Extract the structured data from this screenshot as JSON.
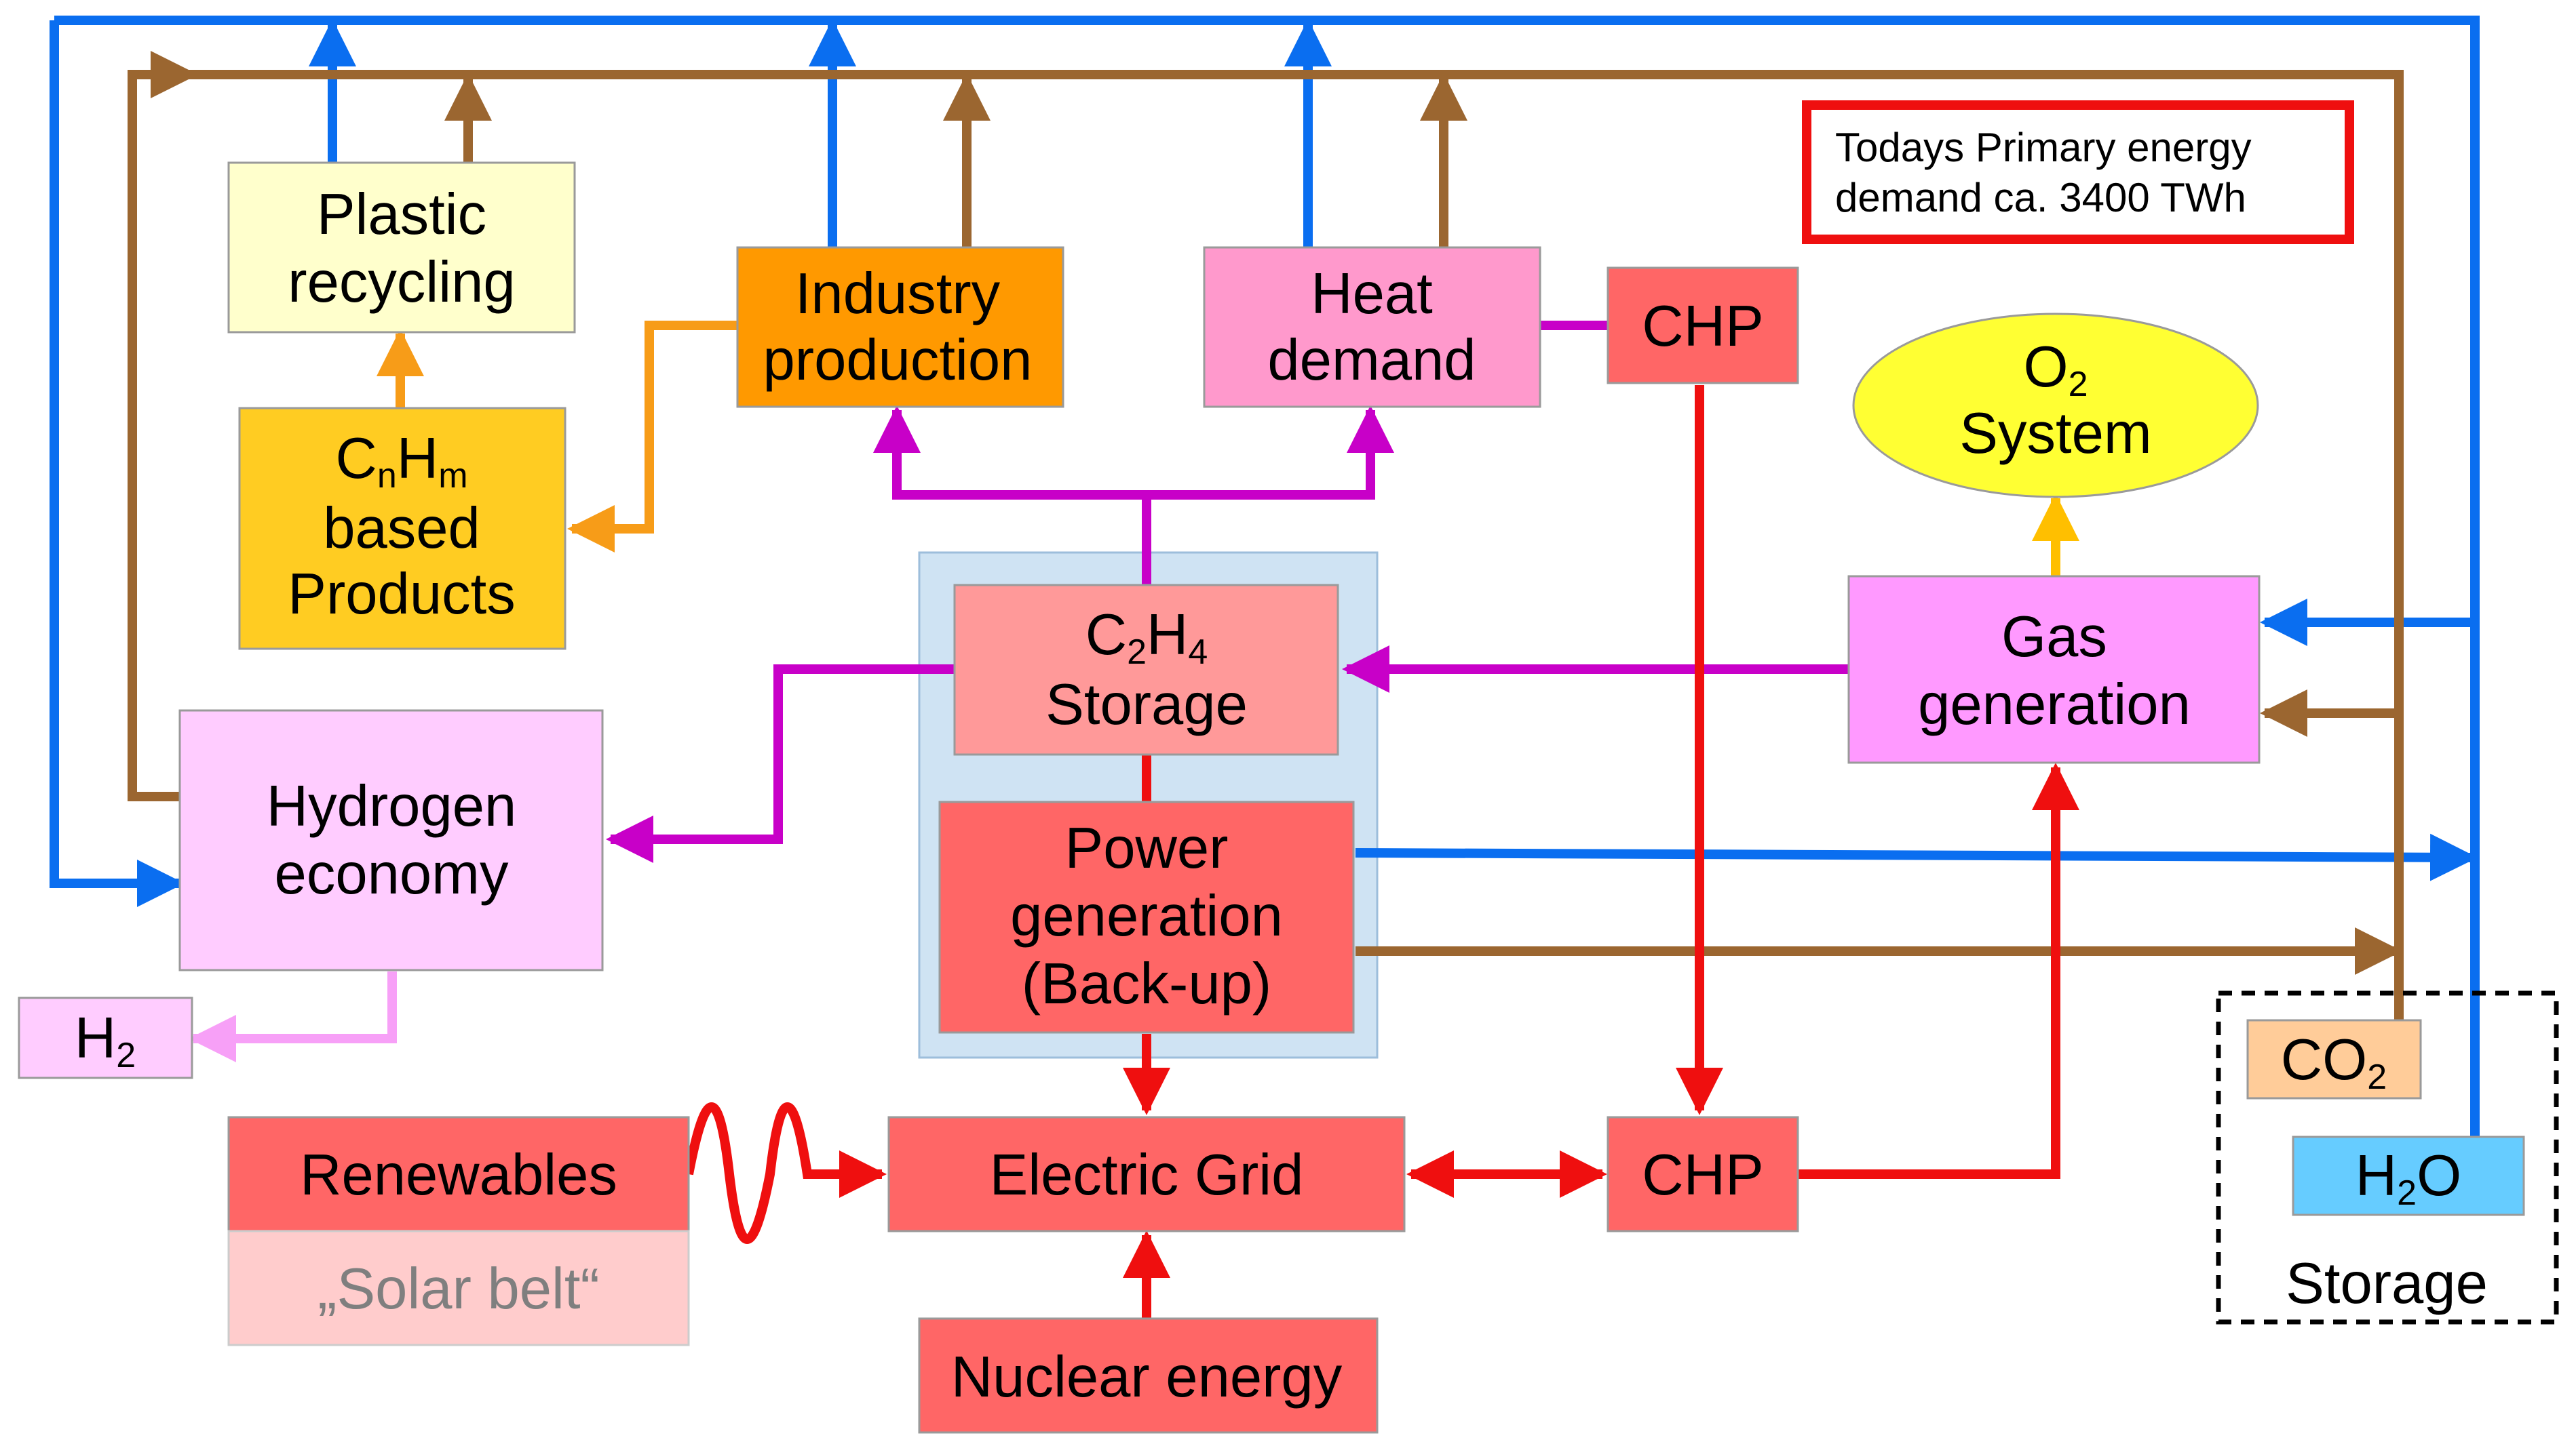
{
  "colors": {
    "water": "#0a6ef0",
    "carbon": "#9b6630",
    "ethylene": "#c800c8",
    "electric": "#ef0f0f",
    "hydrocarbon": "#f79c18",
    "oxygen": "#ffbf00",
    "hydrogen": "#f7a0f7"
  },
  "boxes": {
    "plastic_recycling": [
      "Plastic",
      "recycling"
    ],
    "cnhm_products": {
      "c": "C",
      "n": "n",
      "h": "H",
      "m": "m",
      "line2": "based",
      "line3": "Products"
    },
    "industry_production": [
      "Industry",
      "production"
    ],
    "heat_demand": [
      "Heat",
      "demand"
    ],
    "chp_top": "CHP",
    "chp_bottom": "CHP",
    "primary_energy_note": [
      "Todays Primary energy",
      "demand ca. 3400 TWh"
    ],
    "o2_system": {
      "o": "O",
      "sub": "2",
      "line2": "System"
    },
    "c2h4_storage": {
      "c": "C",
      "sub1": "2",
      "h": "H",
      "sub2": "4",
      "line2": "Storage"
    },
    "gas_generation": [
      "Gas",
      "generation"
    ],
    "hydrogen_economy": [
      "Hydrogen",
      "economy"
    ],
    "power_generation": [
      "Power",
      "generation",
      "(Back-up)"
    ],
    "h2": {
      "h": "H",
      "sub": "2"
    },
    "co2": {
      "co": "CO",
      "sub": "2"
    },
    "h2o": {
      "h": "H",
      "sub": "2",
      "o": "O"
    },
    "storage_label": "Storage",
    "renewables": "Renewables",
    "solar_belt": "„Solar belt“",
    "electric_grid": "Electric Grid",
    "nuclear_energy": "Nuclear energy"
  }
}
